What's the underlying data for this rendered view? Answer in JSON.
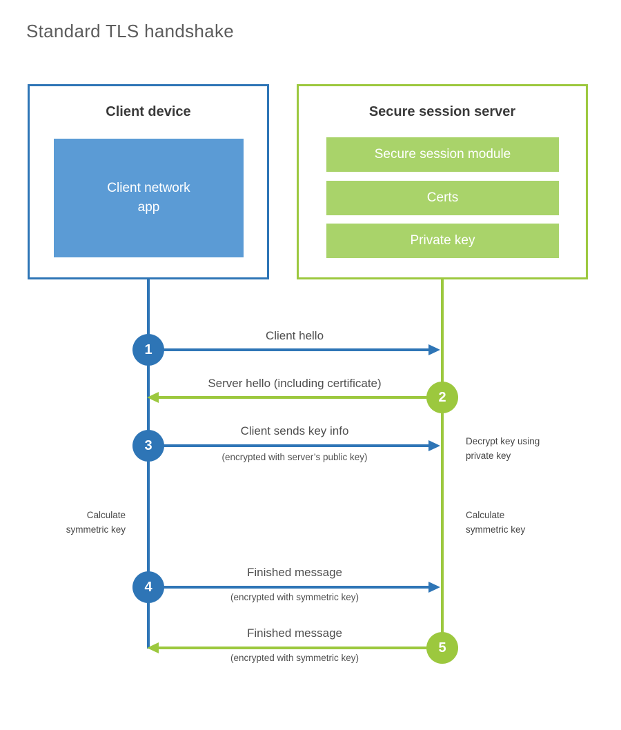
{
  "title": "Standard TLS handshake",
  "colors": {
    "client_accent": "#2e75b6",
    "client_fill": "#5b9bd5",
    "server_accent": "#9cc83e",
    "server_fill": "#a9d36a",
    "text_dark": "#3a3a3a",
    "text_label": "#4f4f4f"
  },
  "client": {
    "title": "Client device",
    "app": "Client network\napp"
  },
  "server": {
    "title": "Secure session server",
    "modules": [
      "Secure session module",
      "Certs",
      "Private key"
    ]
  },
  "steps": [
    {
      "num": "1",
      "direction": "client-to-server",
      "label": "Client hello",
      "sublabel": ""
    },
    {
      "num": "2",
      "direction": "server-to-client",
      "label": "Server hello (including certificate)",
      "sublabel": ""
    },
    {
      "num": "3",
      "direction": "client-to-server",
      "label": "Client sends key info",
      "sublabel": "(encrypted with server’s public key)"
    },
    {
      "num": "4",
      "direction": "client-to-server",
      "label": "Finished message",
      "sublabel": "(encrypted with symmetric key)"
    },
    {
      "num": "5",
      "direction": "server-to-client",
      "label": "Finished message",
      "sublabel": "(encrypted with symmetric key)"
    }
  ],
  "notes": {
    "decrypt": "Decrypt key using\nprivate key",
    "calc_client": "Calculate\nsymmetric key",
    "calc_server": "Calculate\nsymmetric key"
  }
}
